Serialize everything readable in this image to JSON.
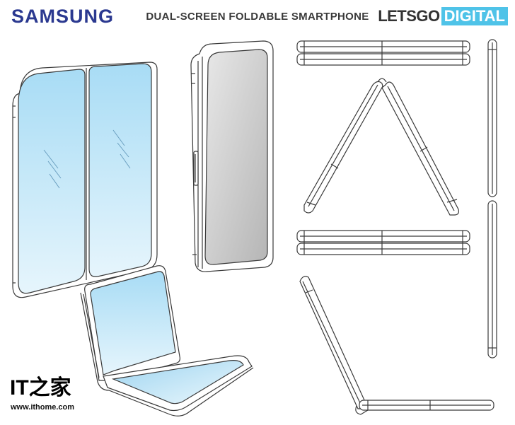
{
  "header": {
    "brand_left": "SAMSUNG",
    "title": "DUAL-SCREEN FOLDABLE SMARTPHONE",
    "brand_right_prefix": "LETSGO",
    "brand_right_suffix": "DIGITAL"
  },
  "watermark": {
    "logo": "IT之家",
    "url": "www.ithome.com"
  },
  "colors": {
    "samsung_blue": "#2b3990",
    "letsgo_accent": "#4fc3e8",
    "screen_blue": "#bfe5f8",
    "screen_gray": "#c9c9c9",
    "outline": "#3a3a3a"
  },
  "figures": [
    {
      "name": "unfolded-front"
    },
    {
      "name": "folded-front"
    },
    {
      "name": "closed-top"
    },
    {
      "name": "tent-side"
    },
    {
      "name": "closed-side"
    },
    {
      "name": "laptop-open"
    },
    {
      "name": "open-side"
    },
    {
      "name": "flat-edge"
    }
  ]
}
